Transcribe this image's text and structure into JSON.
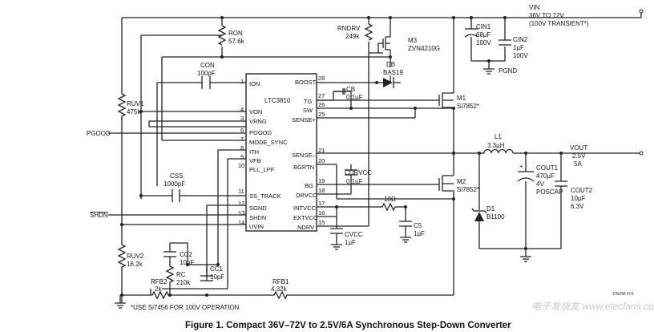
{
  "caption": "Figure 1. Compact 36V–72V to 2.5V/6A Synchronous Step-Down Converter",
  "figure_code": "DN398 F01",
  "footnote": "*USE Si7456 FOR 100V OPERATION",
  "watermark": "电子发烧友 www.elecfans.com",
  "ic": {
    "name": "LTC3810",
    "left_pins": [
      {
        "num": "1",
        "label": "ION"
      },
      {
        "num": "4",
        "label": "VON"
      },
      {
        "num": "3",
        "label": "VRNG"
      },
      {
        "num": "6",
        "label": "PGOOD"
      },
      {
        "num": "7",
        "label": "MODE_SYNC"
      },
      {
        "num": "8",
        "label": "ITH"
      },
      {
        "num": "9",
        "label": "VFB"
      },
      {
        "num": "10",
        "label": "PLL_LPF"
      },
      {
        "num": "11",
        "label": "SS_TRACK"
      },
      {
        "num": "12",
        "label": "SGND"
      },
      {
        "num": "13",
        "label": "SHDN"
      },
      {
        "num": "14",
        "label": "UVIN"
      }
    ],
    "right_pins": [
      {
        "num": "28",
        "label": "BOOST"
      },
      {
        "num": "27",
        "label": "TG"
      },
      {
        "num": "26",
        "label": "SW"
      },
      {
        "num": "25",
        "label": "SENSE+"
      },
      {
        "num": "21",
        "label": "SENSE–"
      },
      {
        "num": "20",
        "label": "BGRTN"
      },
      {
        "num": "19",
        "label": "BG"
      },
      {
        "num": "18",
        "label": "DRVCC"
      },
      {
        "num": "17",
        "label": "INTVCC"
      },
      {
        "num": "16",
        "label": "EXTVCC"
      },
      {
        "num": "15",
        "label": "NDRV"
      }
    ]
  },
  "vin": {
    "name": "VIN",
    "range": "36V TO 72V",
    "transient": "(100V TRANSIENT*)"
  },
  "vout": {
    "name": "VOUT",
    "voltage": "2.5V",
    "current": "5A"
  },
  "net_labels": {
    "pgood": "PGOOD",
    "shdn": "SHDN",
    "pgnd": "PGND"
  },
  "components": {
    "rndrv": {
      "name": "RNDRV",
      "value": "249k"
    },
    "m3": {
      "name": "M3",
      "part": "ZVN4210G"
    },
    "cin1": {
      "name": "CIN1",
      "value": "68µF",
      "rating": "100V"
    },
    "cin2": {
      "name": "CIN2",
      "value": "1µF",
      "rating": "100V"
    },
    "ron": {
      "name": "RON",
      "value": "57.6k"
    },
    "con": {
      "name": "CON",
      "value": "100pF"
    },
    "db": {
      "name": "DB",
      "part": "BAS19"
    },
    "cb": {
      "name": "CB",
      "value": "0.1µF"
    },
    "m1": {
      "name": "M1",
      "part": "Si7852*"
    },
    "m2": {
      "name": "M2",
      "part": "Si7852*"
    },
    "l1": {
      "name": "L1",
      "value": "3.3µH"
    },
    "cout1": {
      "name": "COUT1",
      "value": "470µF",
      "rating": "4V",
      "type": "POSCAP"
    },
    "cout2": {
      "name": "COUT2",
      "value": "10µF",
      "rating": "6.3V"
    },
    "ruv1": {
      "name": "RUV1",
      "value": "475k"
    },
    "ruv2": {
      "name": "RUV2",
      "value": "16.2k"
    },
    "css": {
      "name": "CSS",
      "value": "1000pF"
    },
    "cdrvcc": {
      "name": "CDRVCC",
      "value": "0.1µF"
    },
    "r10": {
      "value": "10Ω"
    },
    "c5": {
      "name": "C5",
      "value": "1µF"
    },
    "cvcc": {
      "name": "CVCC",
      "value": "1µF"
    },
    "d1": {
      "name": "D1",
      "part": "B1100"
    },
    "cc2": {
      "name": "CC2",
      "value": "10pF"
    },
    "rc": {
      "name": "RC",
      "value": "210k"
    },
    "cc1": {
      "name": "CC1",
      "value": "10pF"
    },
    "rfb2": {
      "name": "RFB2",
      "value": "2k"
    },
    "rfb1": {
      "name": "RFB1",
      "value": "4.32k"
    }
  }
}
